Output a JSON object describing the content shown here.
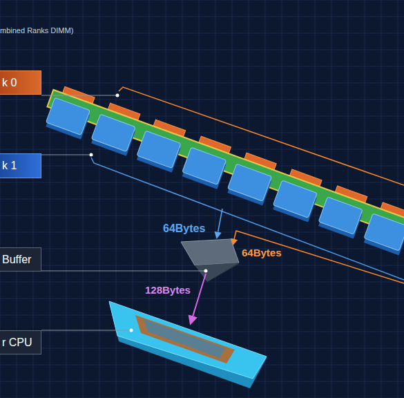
{
  "diagram": {
    "nodes": [
      {
        "text": [
          "k 0"
        ]
      },
      {
        "text": [
          "k 1"
        ]
      },
      {
        "text": [
          "Buffer"
        ]
      },
      {
        "text": [
          "r CPU"
        ]
      }
    ],
    "labels": [
      "mbined Ranks DIMM)",
      "64Bytes",
      "64Bytes",
      "128Bytes"
    ]
  }
}
